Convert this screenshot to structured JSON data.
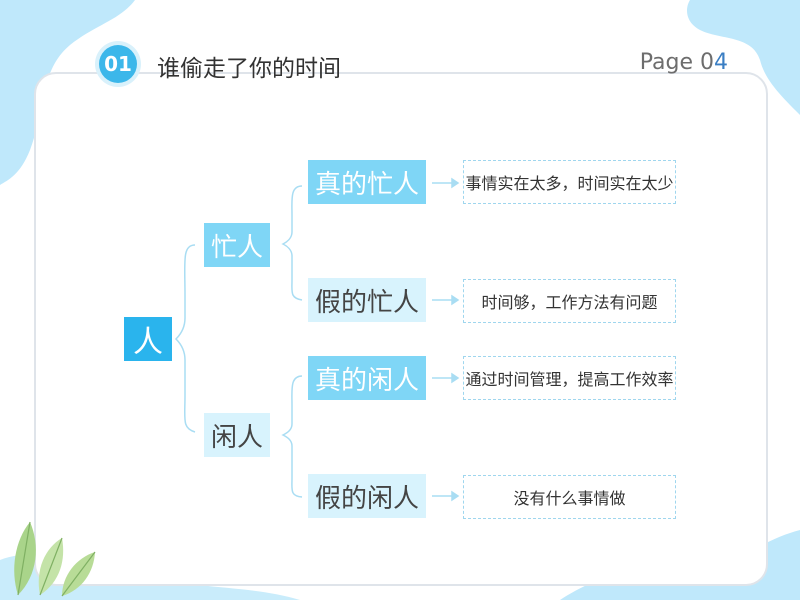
{
  "header": {
    "number": "01",
    "title": "谁偷走了你的时间",
    "page_prefix": "Page 0",
    "page_num": "4"
  },
  "diagram": {
    "root": "人",
    "branch_busy": "忙人",
    "branch_idle": "闲人",
    "busy_true": "真的忙人",
    "busy_fake": "假的忙人",
    "idle_true": "真的闲人",
    "idle_fake": "假的闲人",
    "desc_busy_true": "事情实在太多，时间实在太少",
    "desc_busy_fake": "时间够，工作方法有问题",
    "desc_idle_true": "通过时间管理，提高工作效率",
    "desc_idle_fake": "没有什么事情做"
  },
  "colors": {
    "accent": "#2ab4ed",
    "node_blue": "#7fd6f6",
    "node_light": "#d8f3fd"
  }
}
